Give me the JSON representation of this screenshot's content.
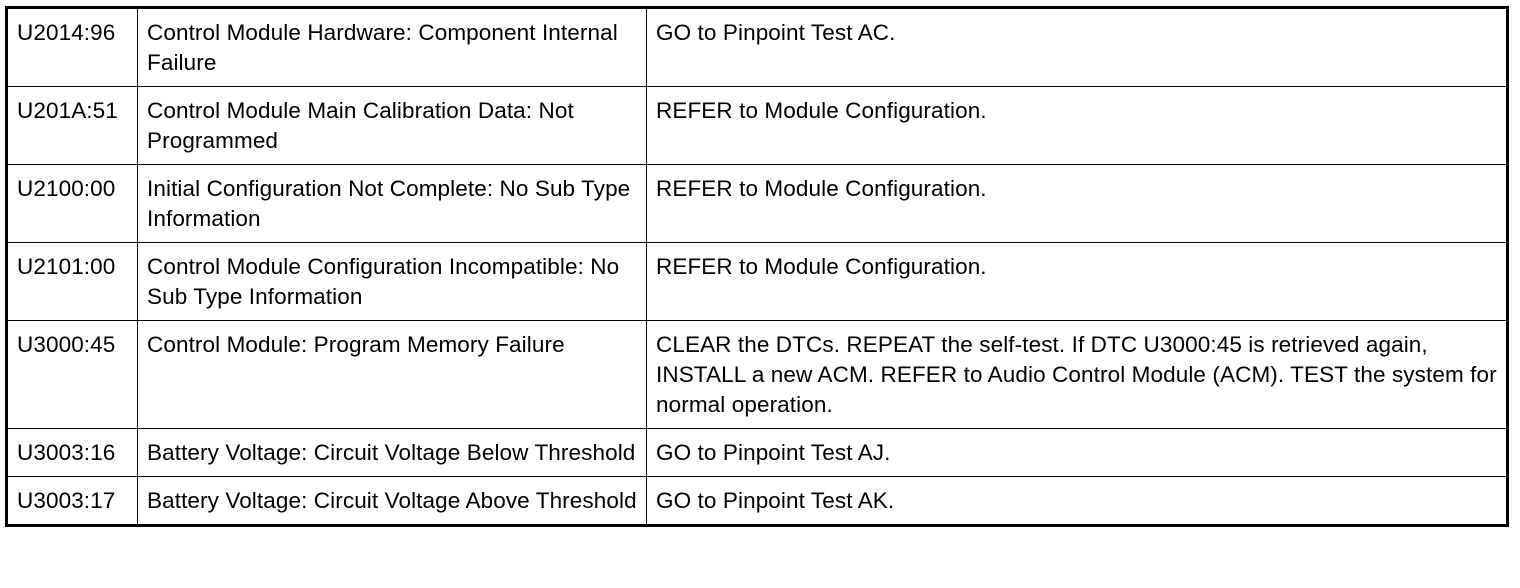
{
  "rows": [
    {
      "code": "U2014:96",
      "description": "Control Module Hardware: Component Internal Failure",
      "action": "GO to Pinpoint Test AC."
    },
    {
      "code": "U201A:51",
      "description": "Control Module Main Calibration Data: Not Programmed",
      "action": "REFER to Module Configuration."
    },
    {
      "code": "U2100:00",
      "description": "Initial Configuration Not Complete: No Sub Type Information",
      "action": "REFER to Module Configuration."
    },
    {
      "code": "U2101:00",
      "description": "Control Module Configuration Incompatible: No Sub Type Information",
      "action": "REFER to Module Configuration."
    },
    {
      "code": "U3000:45",
      "description": "Control Module: Program Memory Failure",
      "action": "CLEAR the DTCs. REPEAT the self-test. If DTC U3000:45 is retrieved again, INSTALL a new ACM. REFER to Audio Control Module (ACM). TEST the system for normal operation."
    },
    {
      "code": "U3003:16",
      "description": "Battery Voltage: Circuit Voltage Below Threshold",
      "action": "GO to Pinpoint Test AJ."
    },
    {
      "code": "U3003:17",
      "description": "Battery Voltage: Circuit Voltage Above Threshold",
      "action": "GO to Pinpoint Test AK."
    }
  ]
}
